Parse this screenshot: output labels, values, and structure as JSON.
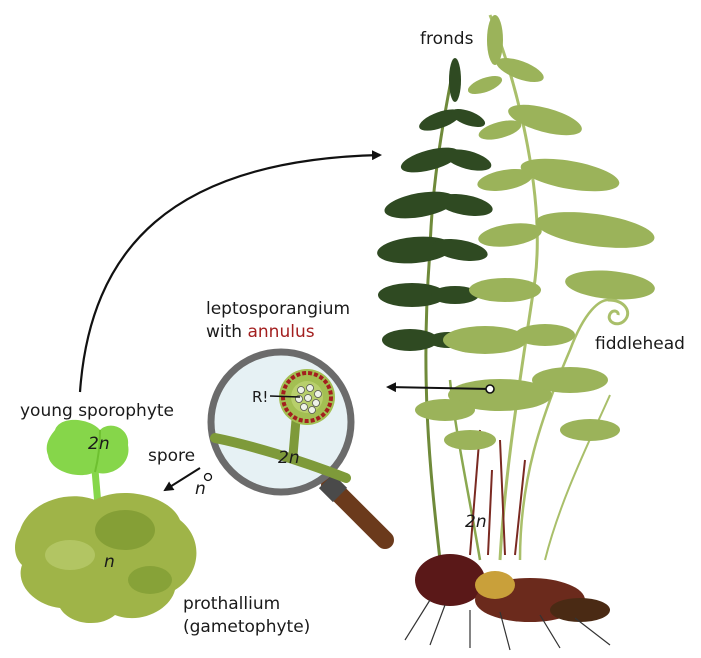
{
  "labels": {
    "fronds": "fronds",
    "fiddlehead": "fiddlehead",
    "leptosporangium_line1": "leptosporangium",
    "leptosporangium_with": "with",
    "leptosporangium_annulus": "annulus",
    "young_sporophyte": "young sporophyte",
    "spore": "spore",
    "prothallium_line1": "prothallium",
    "prothallium_line2": "(gametophyte)"
  },
  "ploidy": {
    "sporophyte_young": "2n",
    "sporophyte_fern": "2n",
    "sporangium_stalk": "2n",
    "spore": "n",
    "prothallium": "n"
  },
  "markers": {
    "meiosis": "R!"
  },
  "colors": {
    "annulus": "#a31f1f",
    "dark_frond": "#2f4a22",
    "light_frond": "#9bb35a",
    "prothallium": "#9fb448",
    "young_sporophyte": "#86d64a",
    "rhizome": "#5a1818",
    "lens_rim": "#6b6b6b",
    "lens_glass": "#e6f1f4",
    "lens_handle": "#6b3a1c"
  },
  "icons": [
    "magnifier-icon",
    "arrow-icon"
  ]
}
